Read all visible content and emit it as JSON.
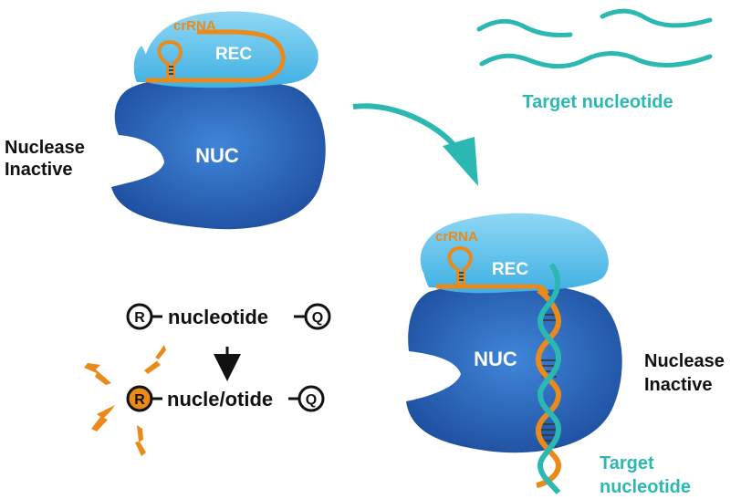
{
  "colors": {
    "rec_fill": "#5bbfe8",
    "nuc_fill": "#2e67bd",
    "crrna": "#e98a1a",
    "target": "#2bb8b3",
    "text": "#111111"
  },
  "complex_top": {
    "crrna_label": "crRNA",
    "rec_label": "REC",
    "nuc_label": "NUC",
    "state_label_line1": "Nuclease",
    "state_label_line2": "Inactive"
  },
  "target_top": {
    "label": "Target nucleotide"
  },
  "complex_bottom": {
    "crrna_label": "crRNA",
    "rec_label": "REC",
    "nuc_label": "NUC",
    "state_label_line1": "Nuclease",
    "state_label_line2": "Inactive",
    "target_label_line1": "Target",
    "target_label_line2": "nucleotide"
  },
  "reporter": {
    "reporter_symbol": "R",
    "quencher_symbol": "Q",
    "intact_label": "nucleotide",
    "cleaved_label": "nucle/otide"
  }
}
